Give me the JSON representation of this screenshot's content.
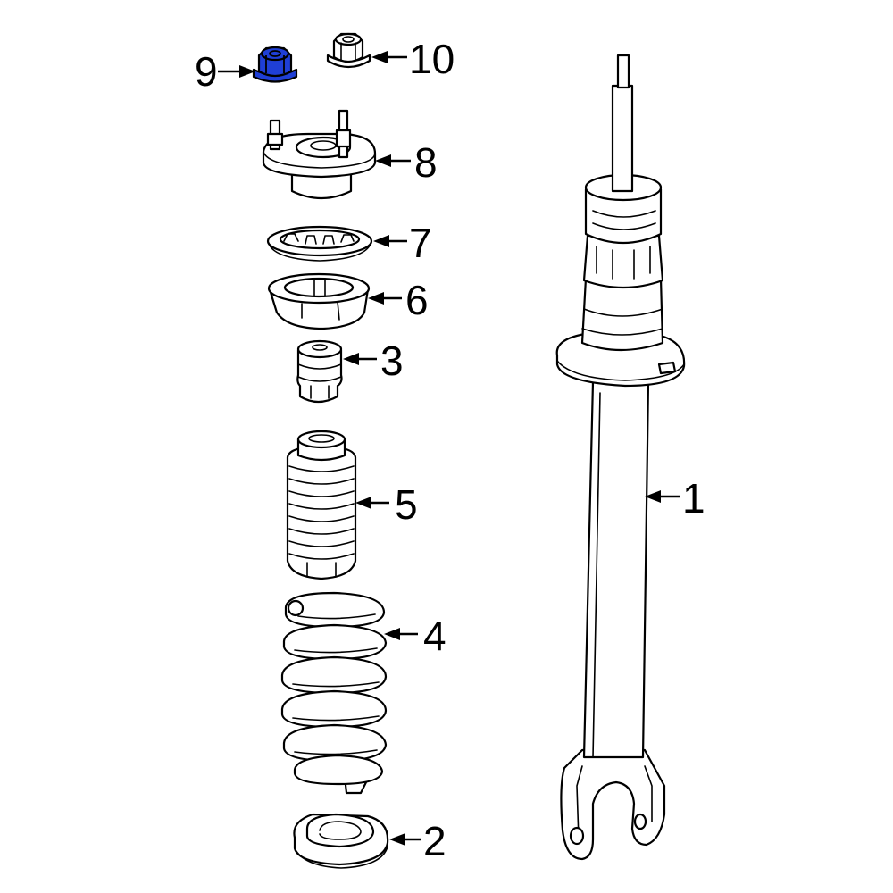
{
  "diagram": {
    "highlight_color": "#1f3fd6",
    "line_color": "#000000",
    "background": "#ffffff",
    "highlighted_part": "9",
    "callouts": [
      {
        "id": "1",
        "label": "1"
      },
      {
        "id": "2",
        "label": "2"
      },
      {
        "id": "3",
        "label": "3"
      },
      {
        "id": "4",
        "label": "4"
      },
      {
        "id": "5",
        "label": "5"
      },
      {
        "id": "6",
        "label": "6"
      },
      {
        "id": "7",
        "label": "7"
      },
      {
        "id": "8",
        "label": "8"
      },
      {
        "id": "9",
        "label": "9"
      },
      {
        "id": "10",
        "label": "10"
      }
    ]
  }
}
